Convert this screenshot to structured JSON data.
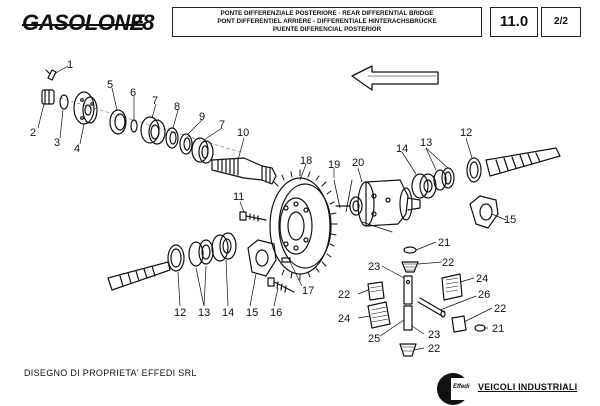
{
  "header": {
    "logo": "GASOLONE",
    "model_number": "28",
    "title_lines": [
      "PONTE DIFFERENZIALE POSTERIORE - REAR DIFFERENTIAL BRIDGE",
      "PONT DIFFERENTIEL ARRIERE - DIFFERENTIALE HINTERACHSBRÜCKE",
      "PUENTE DIFERENCIAL POSTERIOR"
    ],
    "sheet": "11.0",
    "page": "2/2"
  },
  "footer": {
    "ownership": "DISEGNO DI PROPRIETA' EFFEDI SRL",
    "logo_mark": "Effedi",
    "company": "VEICOLI INDUSTRIALI"
  },
  "callouts": [
    "1",
    "2",
    "3",
    "4",
    "5",
    "6",
    "7",
    "8",
    "9",
    "7",
    "10",
    "11",
    "12",
    "13",
    "14",
    "15",
    "16",
    "17",
    "18",
    "19",
    "20",
    "14",
    "13",
    "12",
    "15",
    "21",
    "22",
    "23",
    "24",
    "26",
    "22",
    "22",
    "24",
    "25",
    "23",
    "22",
    "21"
  ]
}
